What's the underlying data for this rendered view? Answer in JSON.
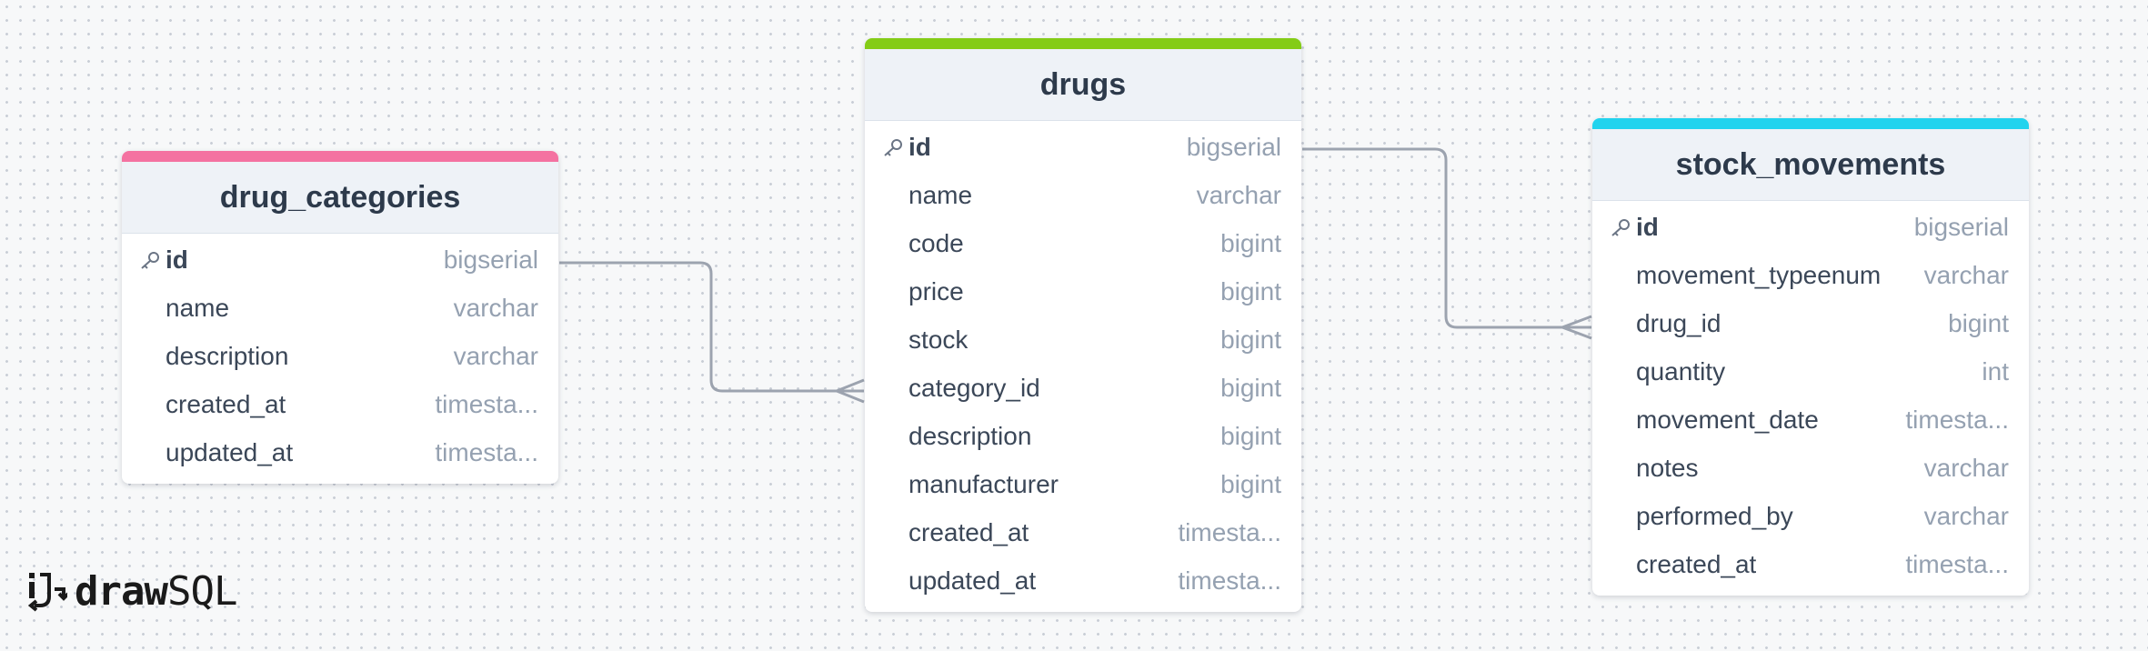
{
  "app": {
    "logo_bold": "draw",
    "logo_light": "SQL"
  },
  "colors": {
    "drug_categories_accent": "#f472a1",
    "drugs_accent": "#84cc16",
    "stock_movements_accent": "#22d3ee",
    "connector": "#9ca3af"
  },
  "tables": {
    "drug_categories": {
      "name": "drug_categories",
      "columns": [
        {
          "name": "id",
          "type": "bigserial",
          "pk": true
        },
        {
          "name": "name",
          "type": "varchar"
        },
        {
          "name": "description",
          "type": "varchar"
        },
        {
          "name": "created_at",
          "type": "timesta..."
        },
        {
          "name": "updated_at",
          "type": "timesta..."
        }
      ]
    },
    "drugs": {
      "name": "drugs",
      "columns": [
        {
          "name": "id",
          "type": "bigserial",
          "pk": true
        },
        {
          "name": "name",
          "type": "varchar"
        },
        {
          "name": "code",
          "type": "bigint"
        },
        {
          "name": "price",
          "type": "bigint"
        },
        {
          "name": "stock",
          "type": "bigint"
        },
        {
          "name": "category_id",
          "type": "bigint"
        },
        {
          "name": "description",
          "type": "bigint"
        },
        {
          "name": "manufacturer",
          "type": "bigint"
        },
        {
          "name": "created_at",
          "type": "timesta..."
        },
        {
          "name": "updated_at",
          "type": "timesta..."
        }
      ]
    },
    "stock_movements": {
      "name": "stock_movements",
      "columns": [
        {
          "name": "id",
          "type": "bigserial",
          "pk": true
        },
        {
          "name": "movement_typeenum",
          "type": "varchar"
        },
        {
          "name": "drug_id",
          "type": "bigint"
        },
        {
          "name": "quantity",
          "type": "int"
        },
        {
          "name": "movement_date",
          "type": "timesta..."
        },
        {
          "name": "notes",
          "type": "varchar"
        },
        {
          "name": "performed_by",
          "type": "varchar"
        },
        {
          "name": "created_at",
          "type": "timesta..."
        }
      ]
    }
  },
  "relations": [
    {
      "from": "drug_categories.id",
      "to": "drugs.category_id",
      "cardinality": "one-to-many"
    },
    {
      "from": "drugs.id",
      "to": "stock_movements.drug_id",
      "cardinality": "one-to-many"
    }
  ]
}
